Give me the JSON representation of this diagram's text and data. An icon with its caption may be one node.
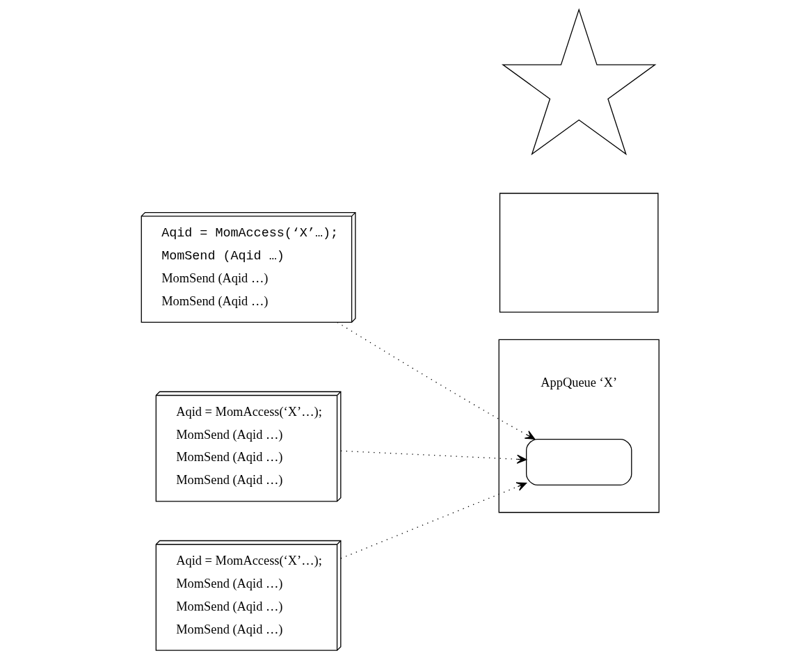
{
  "diagram": {
    "nodes": [
      {
        "text": [
          "Aqid = MomAccess(‘X’…);",
          "MomSend (Aqid …)",
          "MomSend (Aqid …)",
          "MomSend (Aqid …)"
        ]
      },
      {
        "text": [
          "Aqid = MomAccess(‘X’…);",
          "MomSend (Aqid …)",
          "MomSend (Aqid …)",
          "MomSend (Aqid …)"
        ]
      },
      {
        "text": [
          "Aqid = MomAccess(‘X’…);",
          "MomSend (Aqid …)",
          "MomSend (Aqid …)",
          "MomSend (Aqid …)"
        ]
      },
      {
        "text": [],
        "shape": "box"
      },
      {
        "text": [],
        "shape": "star"
      },
      {
        "text": [],
        "shape": "box"
      },
      {
        "text": [],
        "shape": "box",
        "in": 5,
        "beside": [
          "AppQueue ‘X’"
        ]
      }
    ],
    "edges": [
      {
        "from": 0,
        "to": 6,
        "arrow": "to",
        "style": "dashed"
      },
      {
        "from": 1,
        "to": 6,
        "arrow": "to",
        "style": "dashed"
      },
      {
        "from": 2,
        "to": 6,
        "arrow": "to",
        "style": "dashed"
      }
    ]
  }
}
